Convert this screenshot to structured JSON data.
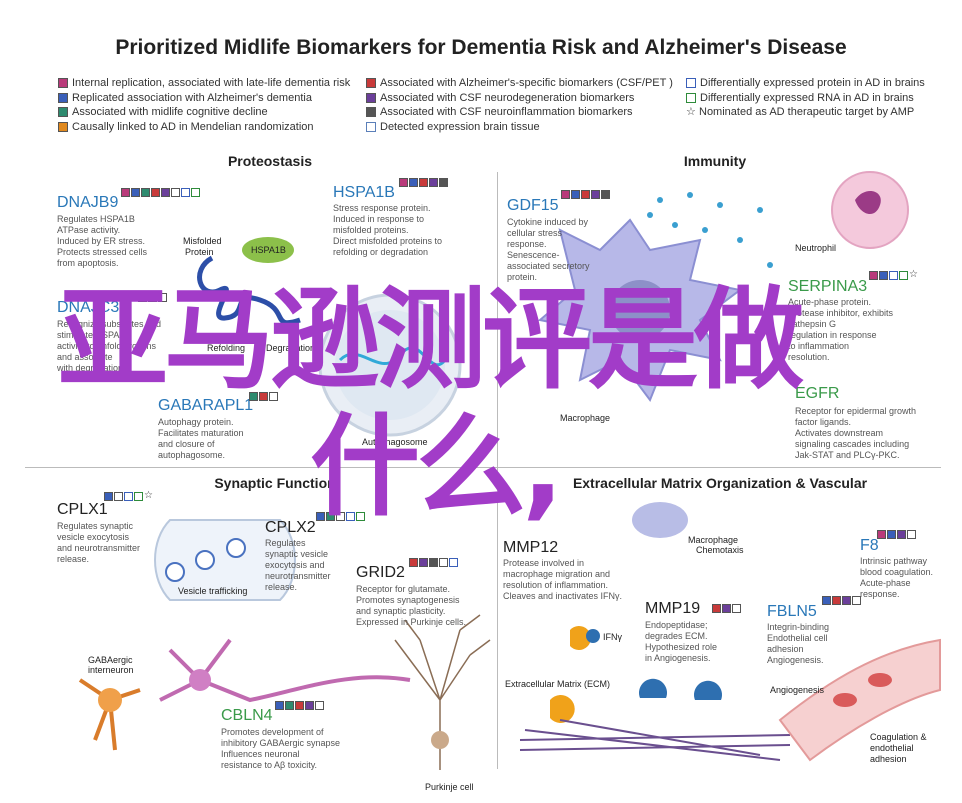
{
  "title": "Prioritized Midlife Biomarkers for Dementia Risk and Alzheimer's Disease",
  "legend": {
    "col1": [
      {
        "label": "Internal replication, associated with late-life dementia risk",
        "color": "#b93a7a"
      },
      {
        "label": "Replicated association with Alzheimer's dementia",
        "color": "#3a5fb9"
      },
      {
        "label": "Associated with midlife cognitive decline",
        "color": "#2e8b6f"
      },
      {
        "label": "Causally linked to AD in Mendelian randomization",
        "color": "#e0891e"
      }
    ],
    "col2": [
      {
        "label": "Associated with Alzheimer's-specific biomarkers (CSF/PET )",
        "color": "#c83a3a"
      },
      {
        "label": "Associated with CSF neurodegeneration biomarkers",
        "color": "#6b3f9a"
      },
      {
        "label": "Associated with CSF neuroinflammation biomarkers",
        "color": "#555555"
      },
      {
        "label": "Detected expression brain tissue",
        "color": "#ffffff"
      }
    ],
    "col3": [
      {
        "label": "Differentially expressed protein in AD in brains",
        "color": "#ffffff",
        "icon": "square"
      },
      {
        "label": "Differentially expressed RNA in AD in brains",
        "color": "#ffffff",
        "icon": "square-green"
      },
      {
        "label": "Nominated as AD therapeutic target by AMP",
        "color": "#ffffff",
        "icon": "star",
        "glyph": "☆"
      }
    ]
  },
  "sections": {
    "proteostasis": "Proteostasis",
    "immunity": "Immunity",
    "synaptic": "Synaptic Function",
    "ecm": "Extracellular Matrix Organization & Vascular"
  },
  "genes": {
    "dnajb9": {
      "name": "DNAJB9",
      "desc": [
        "Regulates HSPA1B",
        "ATPase activity.",
        "Induced by ER stress.",
        "Protects stressed cells",
        "from apoptosis."
      ]
    },
    "hspa1b": {
      "name": "HSPA1B",
      "desc": [
        "Stress response protein.",
        "Induced in response to",
        "misfolded proteins.",
        "Direct misfolded proteins to",
        "refolding or degradation"
      ]
    },
    "dnajc": {
      "name": "DNAJC3",
      "desc": [
        "Recognize substrates and",
        "stimulate HSPA1B",
        "activity to unfold proteins",
        "and associate",
        "with degradation."
      ]
    },
    "gabarapl1": {
      "name": "GABARAPL1",
      "desc": [
        "Autophagy protein.",
        "Facilitates maturation",
        "and closure of",
        "autophagosome."
      ]
    },
    "gdf15": {
      "name": "GDF15",
      "desc": [
        "Cytokine induced by",
        "cellular stress",
        "response.",
        "Senescence-",
        "associated secretory",
        "protein."
      ]
    },
    "serpina3": {
      "name": "SERPINA3",
      "desc": [
        "Acute-phase protein.",
        "Protease inhibitor, exhibits",
        "cathepsin G",
        "regulation in response",
        "to inflammation",
        "resolution."
      ]
    },
    "egfr": {
      "name": "EGFR",
      "desc": [
        "Receptor for epidermal growth",
        "factor ligands.",
        "Activates downstream",
        "signaling cascades including",
        "Jak-STAT and PLCγ-PKC."
      ]
    },
    "cplx1": {
      "name": "CPLX1",
      "desc": [
        "Regulates synaptic",
        "vesicle exocytosis",
        "and neurotransmitter",
        "release."
      ]
    },
    "cplx2": {
      "name": "CPLX2",
      "desc": [
        "Regulates",
        "synaptic vesicle",
        "exocytosis and",
        "neurotransmitter",
        "release."
      ]
    },
    "grid2": {
      "name": "GRID2",
      "desc": [
        "Receptor for glutamate.",
        "Promotes synaptogenesis",
        "and synaptic plasticity.",
        "Expressed in Purkinje cells."
      ]
    },
    "cbln4": {
      "name": "CBLN4",
      "desc": [
        "Promotes development of",
        "inhibitory GABAergic synapse",
        "Influences neuronal",
        "resistance to Aβ toxicity."
      ]
    },
    "mmp12": {
      "name": "MMP12",
      "desc": [
        "Protease involved in",
        "macrophage migration and",
        "resolution of inflammation.",
        "Cleaves and inactivates IFNγ."
      ]
    },
    "mmp19": {
      "name": "MMP19",
      "desc": [
        "Endopeptidase;",
        "degrades ECM.",
        "Hypothesized role",
        "in Angiogenesis."
      ]
    },
    "f8": {
      "name": "F8",
      "desc": [
        "Intrinsic pathway",
        "blood coagulation.",
        "Acute-phase",
        "response."
      ]
    },
    "fbln5": {
      "name": "FBLN5",
      "desc": [
        "Integrin-binding",
        "Endothelial cell",
        "adhesion",
        "Angiogenesis."
      ]
    }
  },
  "labels": {
    "misfolded": "Misfolded",
    "protein": "Protein",
    "hspa1b_blob": "HSPA1B",
    "refolding": "Refolding",
    "degradation": "Degradation",
    "autophagosome": "Autophagosome",
    "neutrophil": "Neutrophil",
    "macrophage": "Macrophage",
    "vesicle": "Vesicle trafficking",
    "gabaergic": "GABAergic",
    "interneuron": "interneuron",
    "purkinje": "Purkinje cell",
    "mac_chemo1": "Macrophage",
    "mac_chemo2": "Chemotaxis",
    "ifng": "IFNγ",
    "ecm": "Extracellular Matrix (ECM)",
    "angio": "Angiogenesis",
    "coag1": "Coagulation &",
    "coag2": "endothelial",
    "coag3": "adhesion"
  },
  "watermark": {
    "line1": "亚马逊测评是做",
    "line2": "什么,"
  }
}
